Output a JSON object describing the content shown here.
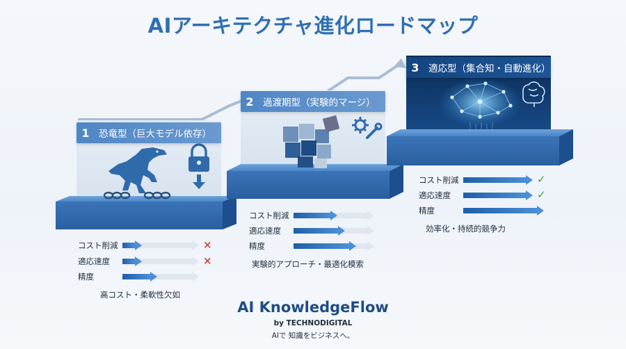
{
  "title": "AIアーキテクチャ進化ロードマップ",
  "stages": [
    {
      "number": "1",
      "label": "恐竜型（巨大モデル依存）",
      "metrics": [
        {
          "label": "コスト削減",
          "level": 0.18,
          "mark": "×"
        },
        {
          "label": "適応速度",
          "level": 0.18,
          "mark": "×"
        },
        {
          "label": "精度",
          "level": 0.4,
          "mark": ""
        }
      ],
      "caption": "高コスト・柔軟性欠如"
    },
    {
      "number": "2",
      "label": "過渡期型（実験的マージ）",
      "metrics": [
        {
          "label": "コスト削減",
          "level": 0.5,
          "mark": ""
        },
        {
          "label": "適応速度",
          "level": 0.6,
          "mark": ""
        },
        {
          "label": "精度",
          "level": 0.75,
          "mark": ""
        }
      ],
      "caption": "実験的アプローチ・最適化模索"
    },
    {
      "number": "3",
      "label": "適応型（集合知・自動進化）",
      "metrics": [
        {
          "label": "コスト削減",
          "level": 1.0,
          "mark": "✓"
        },
        {
          "label": "適応速度",
          "level": 1.0,
          "mark": "✓"
        },
        {
          "label": "精度",
          "level": 1.0,
          "mark": ""
        }
      ],
      "caption": "効率化・持続的競争力"
    }
  ],
  "brand": {
    "name": "AI KnowledgeFlow",
    "by": "by TECHNODIGITAL",
    "tagline": "AIで 知識をビジネスへ。"
  },
  "colors": {
    "accent": "#2f6fb3",
    "step_top": "#4a86c8",
    "step_dark": "#1d4f8f",
    "cross": "#d0453a",
    "check": "#3aa34b"
  },
  "icons": [
    "dinosaur-icon",
    "chain-icon",
    "lock-icon",
    "down-arrow-icon",
    "puzzle-icon",
    "gear-icon",
    "wrench-icon",
    "neural-network-icon",
    "brain-icon"
  ]
}
